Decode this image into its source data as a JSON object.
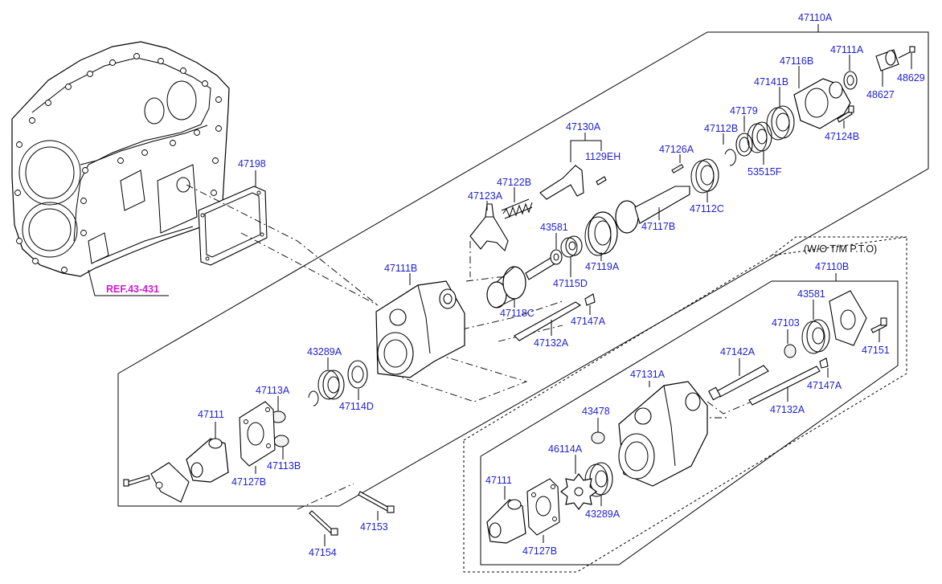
{
  "colors": {
    "label": "#1f1fd6",
    "ref": "#d11ad1",
    "line": "#000000"
  },
  "reference": "REF.43-431",
  "group_main": {
    "code": "47110A"
  },
  "group_sub": {
    "code": "47110B",
    "note": "(W/O T/M P.T.O)"
  },
  "labels": {
    "l47198": "47198",
    "l47110A": "47110A",
    "l47111A": "47111A",
    "l48629": "48629",
    "l47116B": "47116B",
    "l48627": "48627",
    "l47141B": "47141B",
    "l47179": "47179",
    "l47112B": "47112B",
    "l47124B": "47124B",
    "l53515F": "53515F",
    "l47126A": "47126A",
    "l47130A": "47130A",
    "l1129EH": "1129EH",
    "l47112C": "47112C",
    "l47122B": "47122B",
    "l47123A": "47123A",
    "l43581a": "43581",
    "l47117B": "47117B",
    "l47119A": "47119A",
    "l47115D": "47115D",
    "l47111B": "47111B",
    "l47118C": "47118C",
    "l47147Aa": "47147A",
    "l47132Aa": "47132A",
    "l43289Aa": "43289A",
    "l47114D": "47114D",
    "l47113A": "47113A",
    "l47111a": "47111",
    "l47127Ba": "47127B",
    "l47113B": "47113B",
    "l47153": "47153",
    "l47154": "47154",
    "l47110B": "47110B",
    "l43581b": "43581",
    "l47103": "47103",
    "l47151": "47151",
    "l47142A": "47142A",
    "l47131A": "47131A",
    "l47147Ab": "47147A",
    "l47132Ab": "47132A",
    "l43478": "43478",
    "l46114A": "46114A",
    "l47111b": "47111",
    "l43289Ab": "43289A",
    "l47127Bb": "47127B"
  }
}
